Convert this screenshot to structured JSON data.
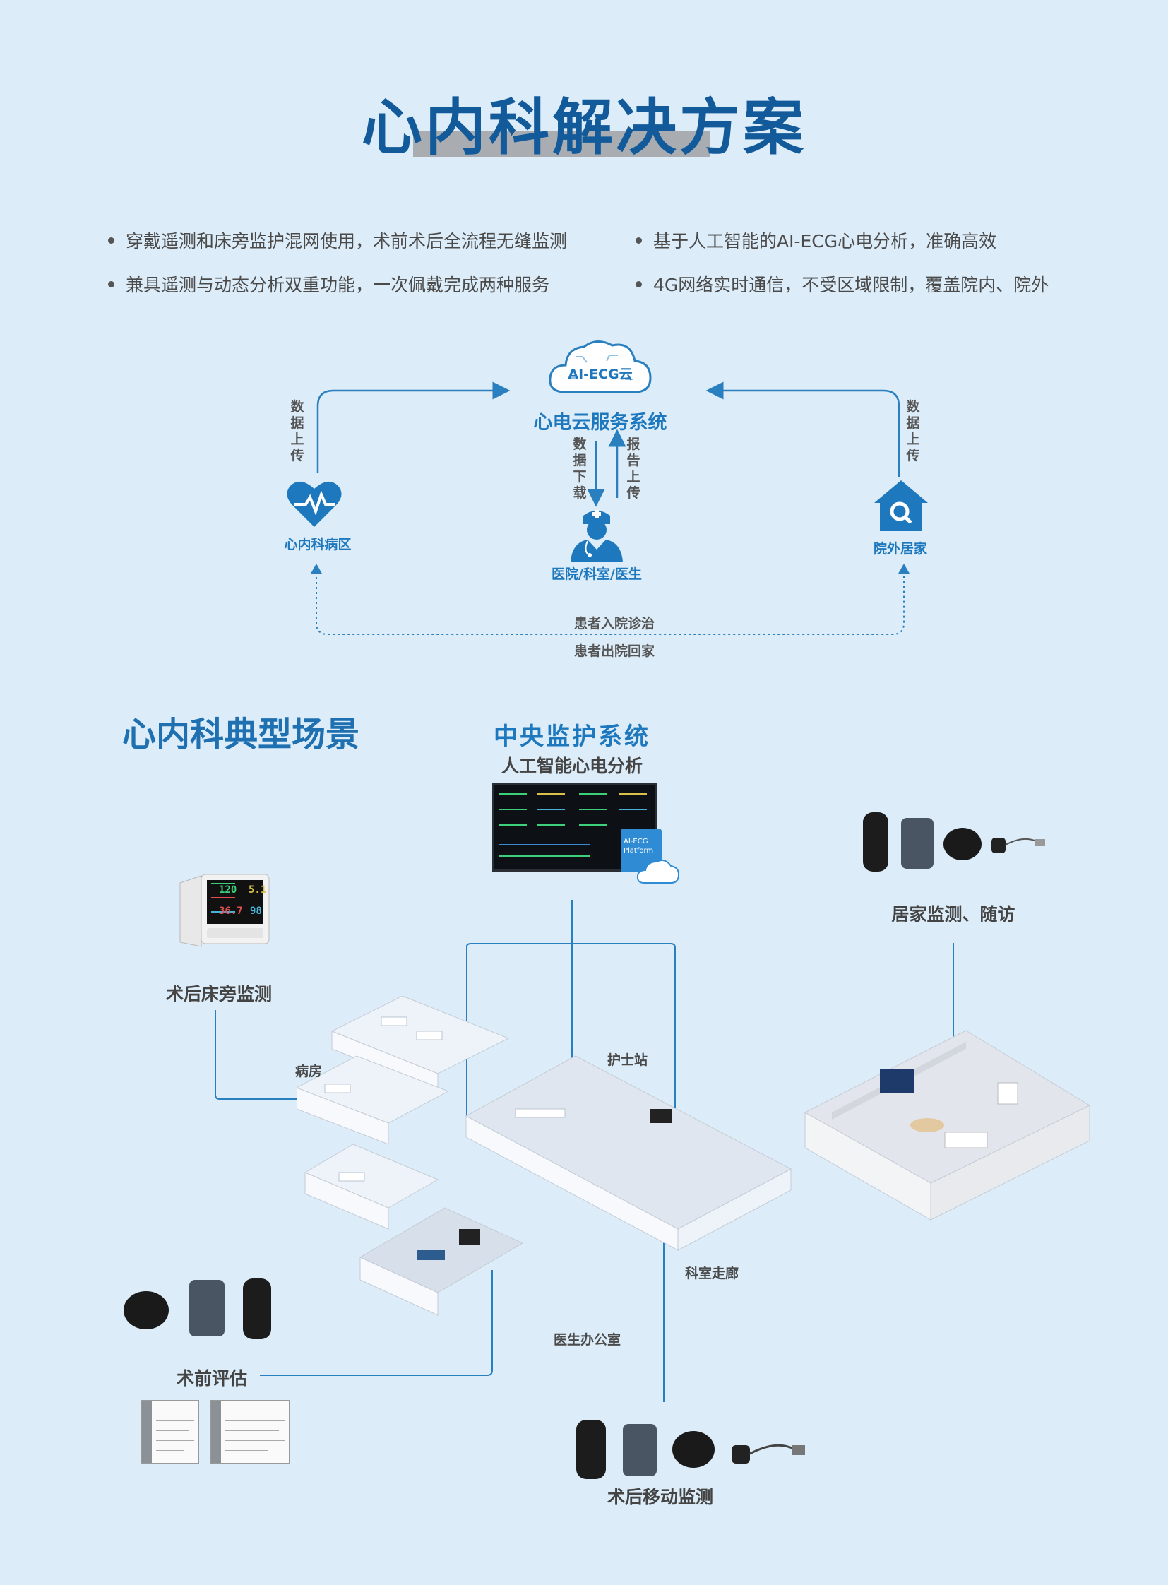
{
  "title": "心内科解决方案",
  "bullets": [
    "穿戴遥测和床旁监护混网使用，术前术后全流程无缝监测",
    "基于人工智能的AI-ECG心电分析，准确高效",
    "兼具遥测与动态分析双重功能，一次佩戴完成两种服务",
    "4G网络实时通信，不受区域限制，覆盖院内、院外"
  ],
  "diagram": {
    "cloud_label": "AI-ECG云",
    "cloud_service": "心电云服务系统",
    "upload_left": "数据上传",
    "upload_right": "数据上传",
    "download": "数据下载",
    "report_upload": "报告上传",
    "ward": "心内科病区",
    "doctor": "医院/科室/医生",
    "home": "院外居家",
    "admit": "患者入院诊治",
    "discharge": "患者出院回家"
  },
  "scenes": {
    "section_title": "心内科典型场景",
    "central_title": "中央监护系统",
    "central_sub": "人工智能心电分析",
    "platform_label": "AI-ECG Platform",
    "bedside_monitor": "术后床旁监测",
    "home_followup": "居家监测、随访",
    "preop": "术前评估",
    "postop_mobile": "术后移动监测",
    "rooms": {
      "ward": "病房",
      "nurse_station": "护士站",
      "corridor": "科室走廊",
      "doctor_office": "医生办公室"
    },
    "monitor_values": [
      "120",
      "5.1",
      "36.7",
      "98"
    ]
  },
  "colors": {
    "background": "#dcecf8",
    "title": "#125a9a",
    "accent": "#1e78be"
  }
}
